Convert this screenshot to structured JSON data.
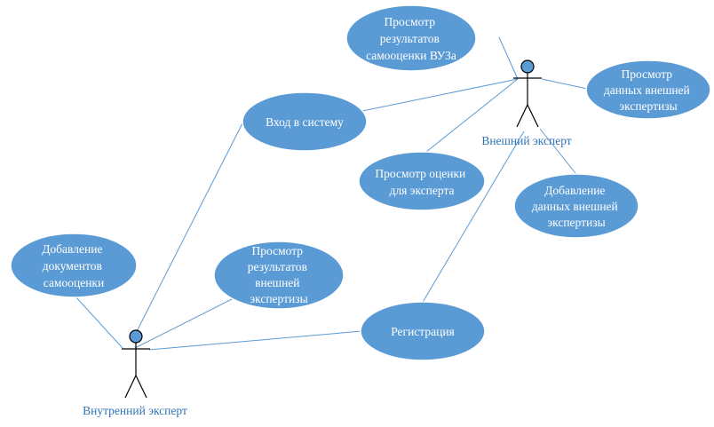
{
  "diagram": {
    "actors": {
      "external": {
        "label": "Внешний эксперт"
      },
      "internal": {
        "label": "Внутренний эксперт"
      }
    },
    "use_cases": {
      "view_university_self_assessment": {
        "lines": [
          "Просмотр",
          "результатов",
          "самооценки ВУЗа"
        ]
      },
      "view_external_data": {
        "lines": [
          "Просмотр",
          "данных внешней",
          "экспертизы"
        ]
      },
      "login": {
        "lines": [
          "Вход в систему"
        ]
      },
      "view_expert_rating": {
        "lines": [
          "Просмотр оценки",
          "для эксперта"
        ]
      },
      "add_external_data": {
        "lines": [
          "Добавление",
          "данных внешней",
          "экспертизы"
        ]
      },
      "add_self_assessment_docs": {
        "lines": [
          "Добавление",
          "документов",
          "самооценки"
        ]
      },
      "view_external_results": {
        "lines": [
          "Просмотр",
          "результатов",
          "внешней",
          "экспертизы"
        ]
      },
      "registration": {
        "lines": [
          "Регистрация"
        ]
      }
    }
  },
  "colors": {
    "use_case_fill": "#5b9bd5",
    "connector": "#5b9bd5",
    "actor_label": "#2e74b5"
  }
}
